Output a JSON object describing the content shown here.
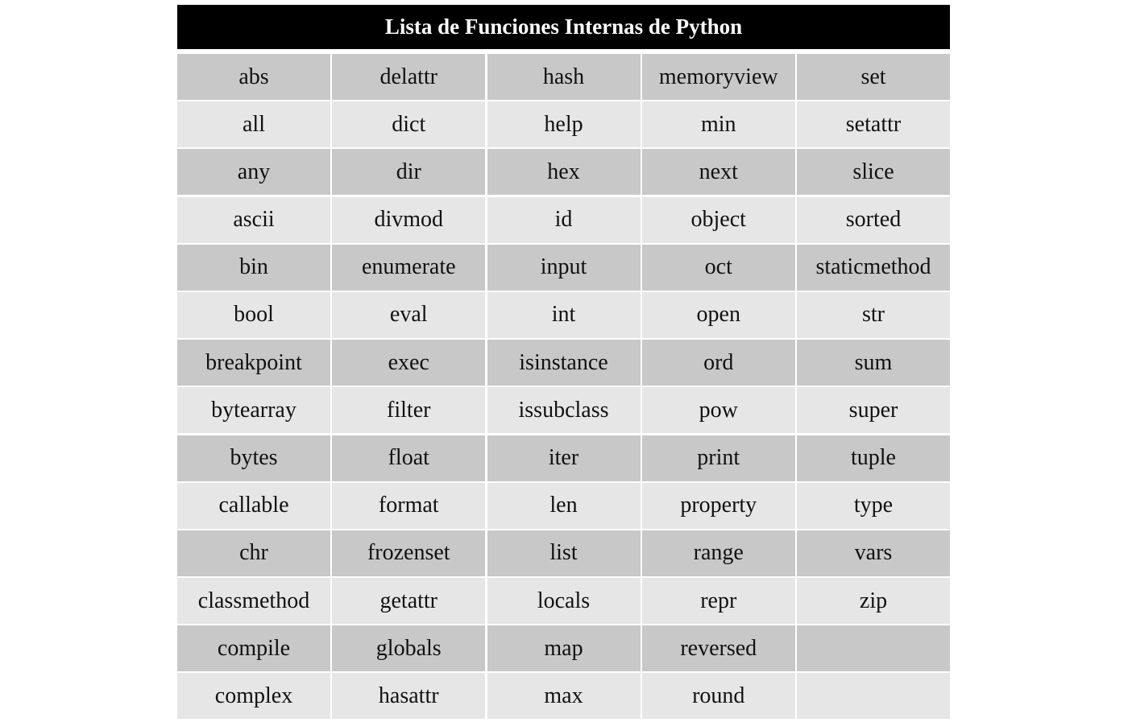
{
  "title": "Lista de Funciones Internas de Python",
  "colors": {
    "title_background": "#000000",
    "title_text": "#ffffff",
    "row_dark": "#c8c8c8",
    "row_light": "#e6e6e6"
  },
  "rows": [
    [
      "abs",
      "delattr",
      "hash",
      "memoryview",
      "set"
    ],
    [
      "all",
      "dict",
      "help",
      "min",
      "setattr"
    ],
    [
      "any",
      "dir",
      "hex",
      "next",
      "slice"
    ],
    [
      "ascii",
      "divmod",
      "id",
      "object",
      "sorted"
    ],
    [
      "bin",
      "enumerate",
      "input",
      "oct",
      "staticmethod"
    ],
    [
      "bool",
      "eval",
      "int",
      "open",
      "str"
    ],
    [
      "breakpoint",
      "exec",
      "isinstance",
      "ord",
      "sum"
    ],
    [
      "bytearray",
      "filter",
      "issubclass",
      "pow",
      "super"
    ],
    [
      "bytes",
      "float",
      "iter",
      "print",
      "tuple"
    ],
    [
      "callable",
      "format",
      "len",
      "property",
      "type"
    ],
    [
      "chr",
      "frozenset",
      "list",
      "range",
      "vars"
    ],
    [
      "classmethod",
      "getattr",
      "locals",
      "repr",
      "zip"
    ],
    [
      "compile",
      "globals",
      "map",
      "reversed",
      ""
    ],
    [
      "complex",
      "hasattr",
      "max",
      "round",
      ""
    ]
  ]
}
